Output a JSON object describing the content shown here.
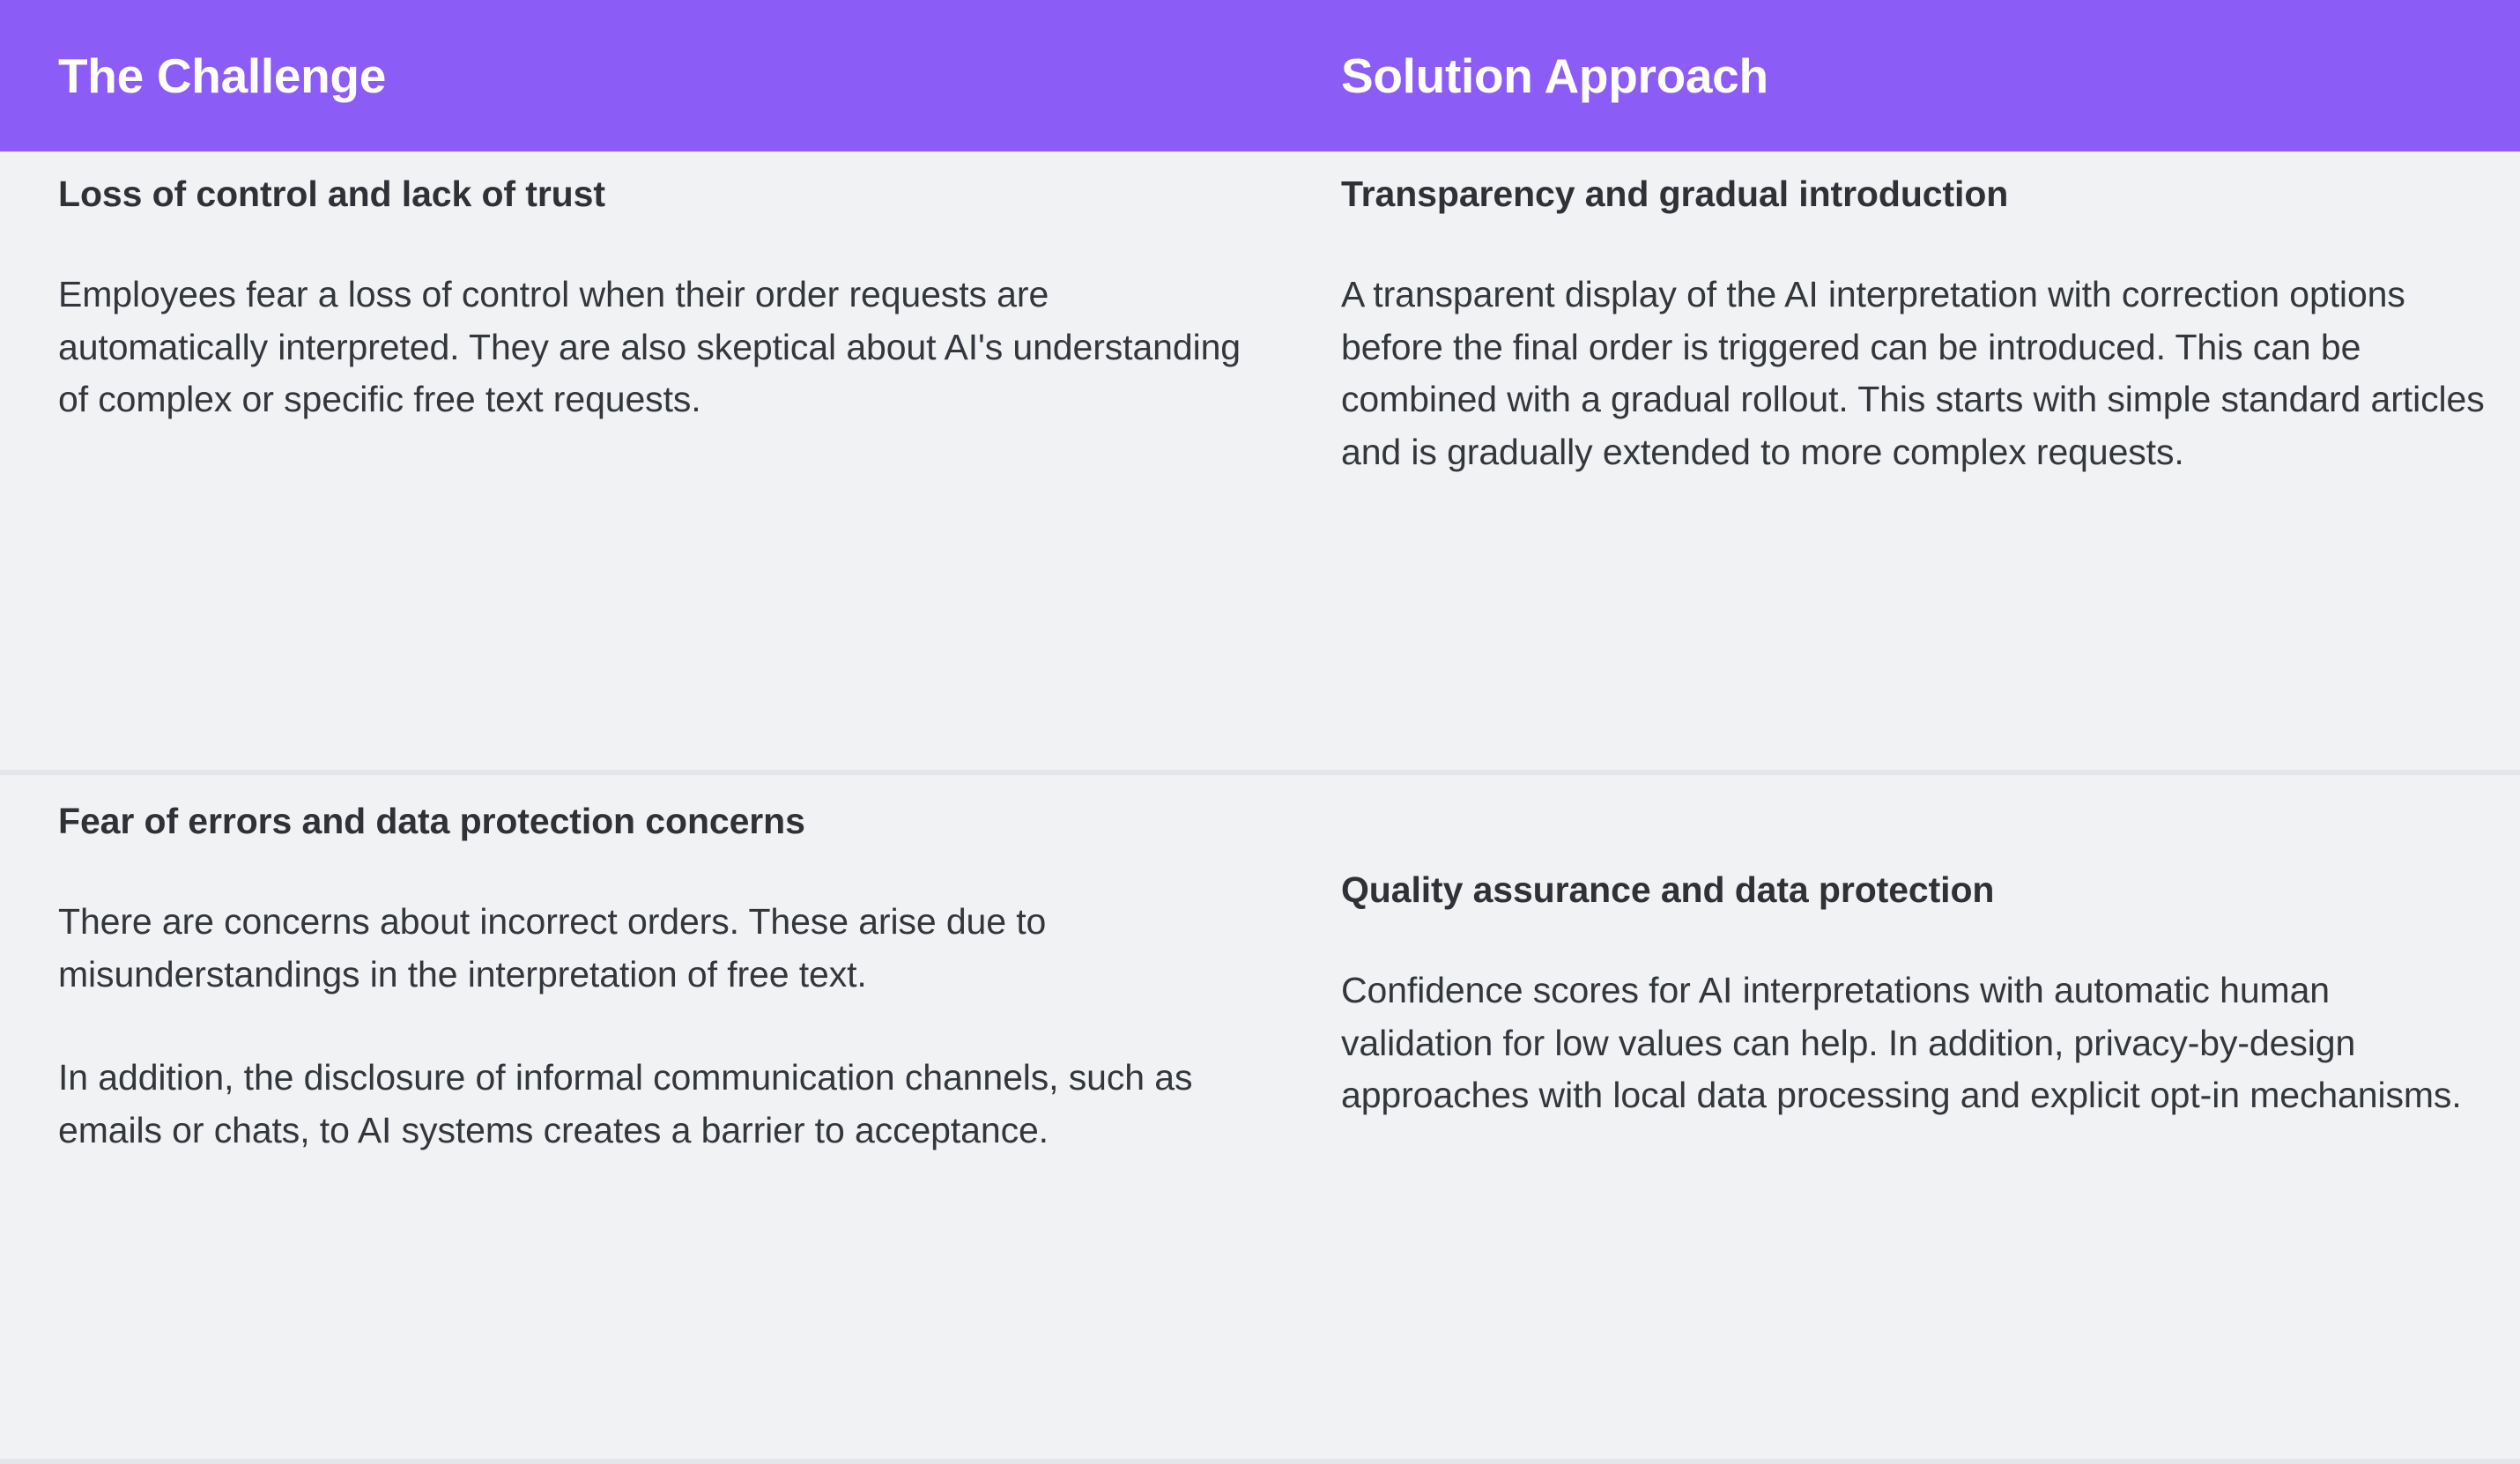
{
  "theme": {
    "header_background": "#8b5cf6",
    "header_text": "#ffffff",
    "page_background": "#f1f2f4",
    "divider": "#e4e6e9",
    "heading_text": "#2f3136",
    "body_text": "#33363b"
  },
  "header": {
    "columns": [
      {
        "label": "The Challenge"
      },
      {
        "label": "Solution Approach"
      }
    ]
  },
  "rows": [
    {
      "challenge": {
        "heading": "Loss of control and lack of trust",
        "paragraphs": [
          "Employees fear a loss of control when their order requests are automatically interpreted. They are also skeptical about AI's understanding of complex or specific free text requests."
        ]
      },
      "solution": {
        "heading": "Transparency and gradual introduction",
        "paragraphs": [
          "A transparent display of the AI interpretation with correction options before the final order is triggered can be introduced. This can be combined with a gradual rollout. This starts with simple standard articles and is gradually extended to more complex requests."
        ]
      }
    },
    {
      "challenge": {
        "heading": "Fear of errors and data protection concerns",
        "paragraphs": [
          "There are concerns about incorrect orders. These arise due to misunderstandings in the interpretation of free text.",
          "In addition, the disclosure of informal communication channels, such as emails or chats, to AI systems creates a barrier to acceptance."
        ]
      },
      "solution": {
        "heading": "Quality assurance and data protection",
        "paragraphs": [
          "Confidence scores for AI interpretations with automatic human validation for low values can help. In addition, privacy-by-design approaches with local data processing and explicit opt-in mechanisms."
        ]
      }
    }
  ]
}
